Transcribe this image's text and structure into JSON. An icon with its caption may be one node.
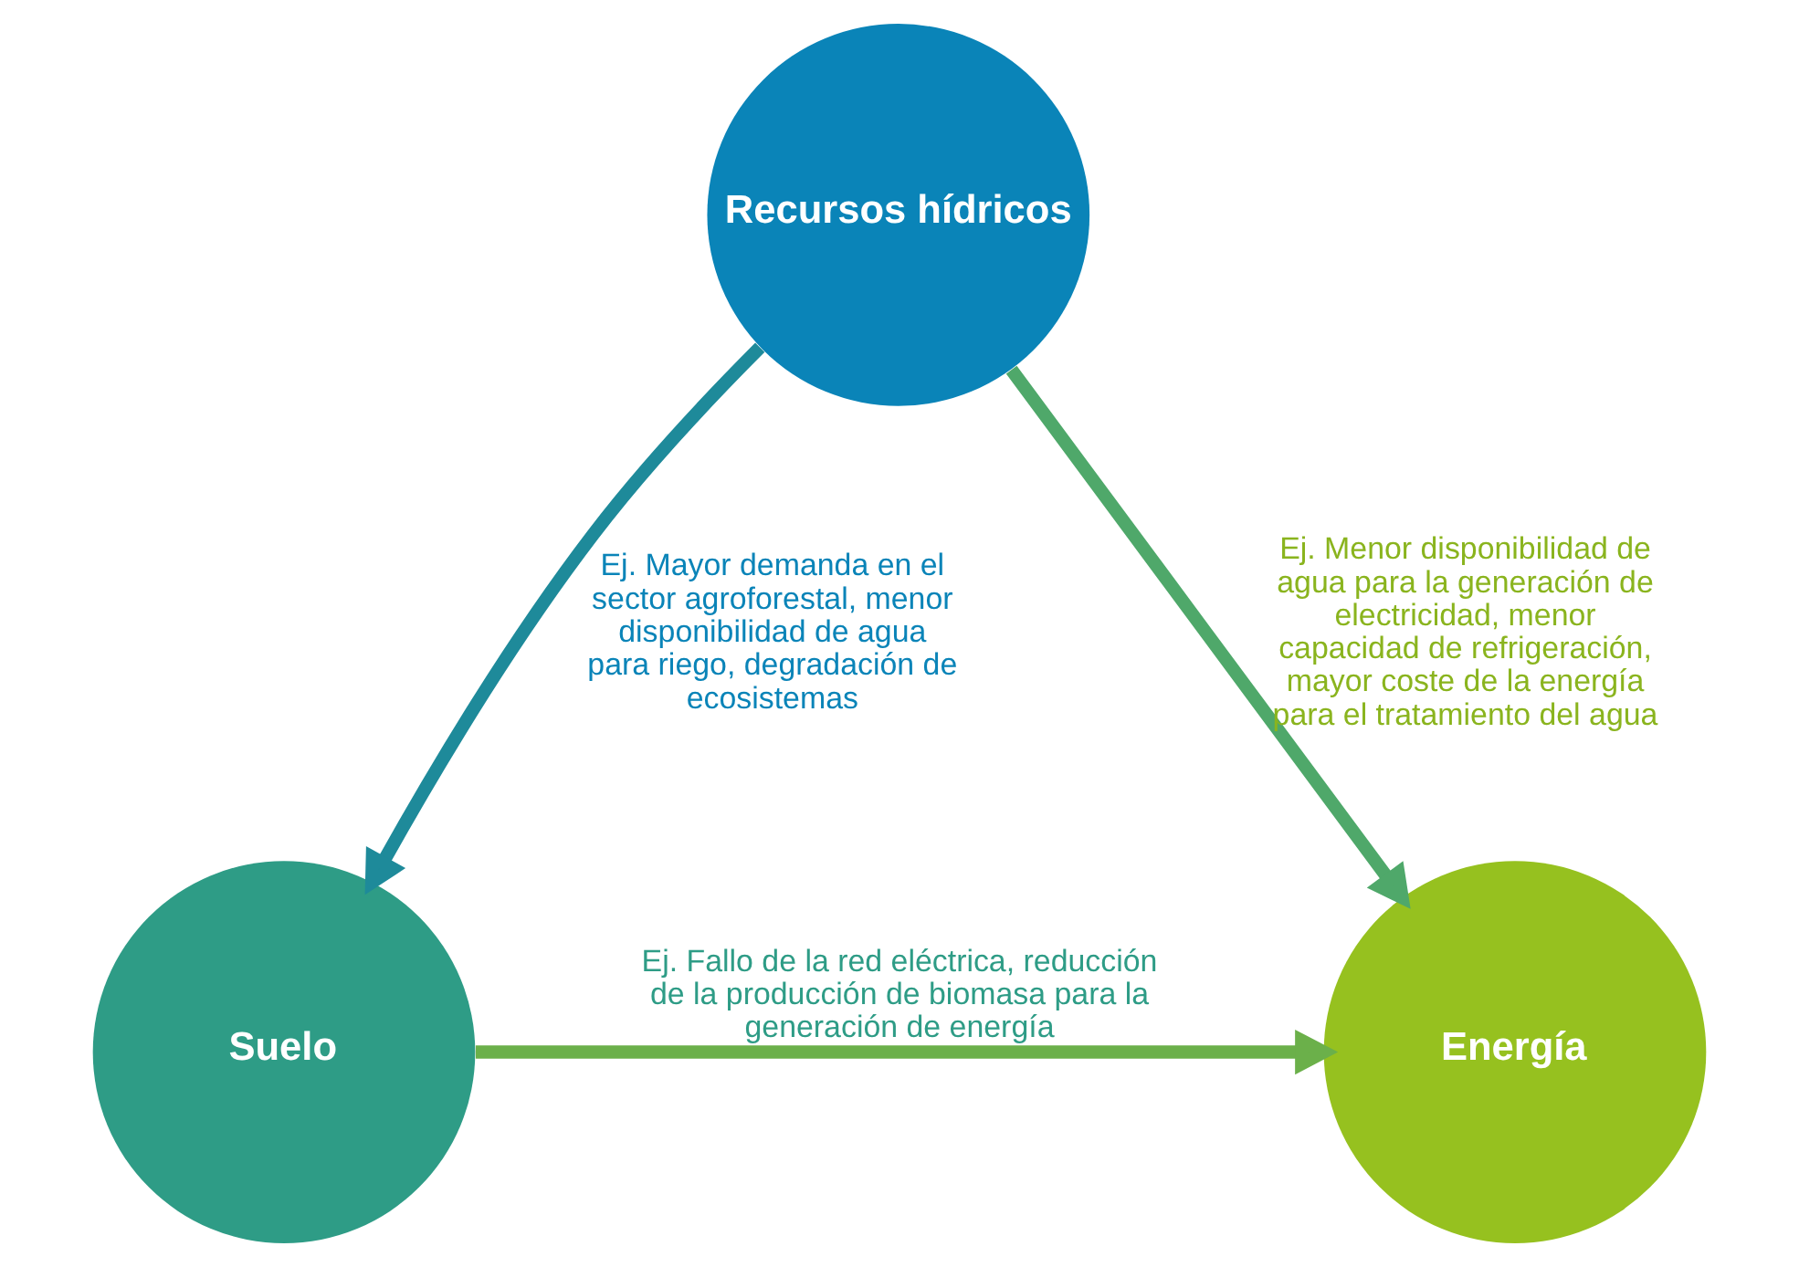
{
  "diagram": {
    "nodes": [
      {
        "text": [
          "Recursos hídricos"
        ]
      },
      {
        "text": [
          "Energía"
        ]
      },
      {
        "text": [
          "Suelo"
        ]
      }
    ],
    "edges": [
      {
        "from": 0,
        "to": 1,
        "arrow": "to",
        "label": "Ej. Menor disponibilidad de agua para la generación de electricidad, menor capacidad de refrigeración, mayor coste de la energía para el tratamiento del agua"
      },
      {
        "from": 0,
        "to": 2,
        "arrow": "to",
        "label": "Ej. Mayor demanda en el sector agroforestal, menor disponibilidad de agua para riego, degradación de ecosistemas"
      },
      {
        "from": 2,
        "to": 1,
        "arrow": "to",
        "label": "Ej. Fallo de la red eléctrica, reducción de la producción de biomasa para la generación de energía"
      }
    ]
  }
}
